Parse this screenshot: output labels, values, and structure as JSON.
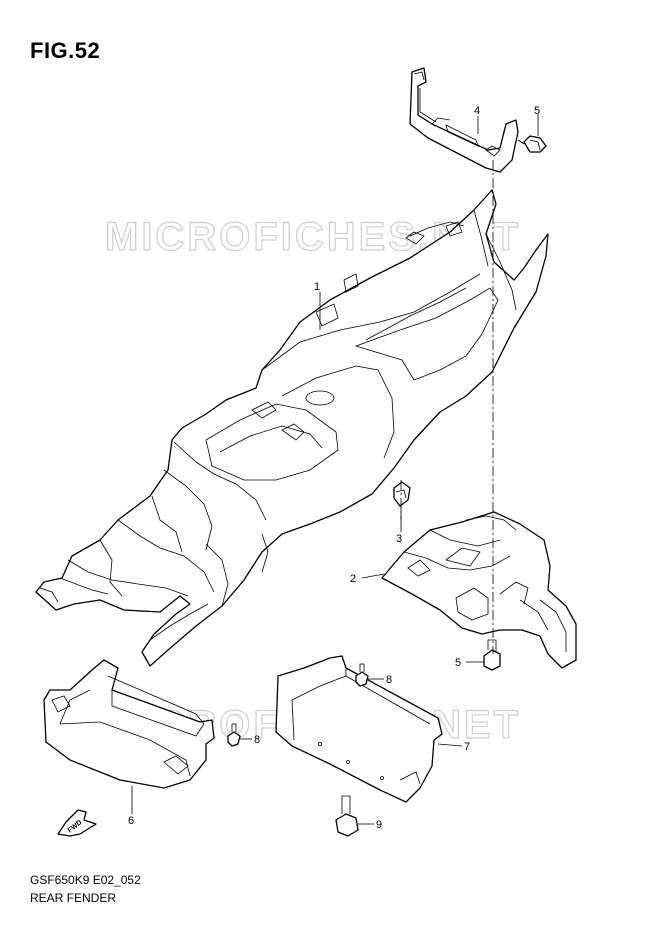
{
  "figure": {
    "title": "FIG.52",
    "code": "GSF650K9 E02_052",
    "description": "REAR FENDER"
  },
  "watermark": {
    "text": "MICROFICHES.NET",
    "color": "#d0d0d0"
  },
  "fwd_arrow": {
    "text": "FWD"
  },
  "callouts": [
    {
      "id": "1",
      "label": "1"
    },
    {
      "id": "2",
      "label": "2"
    },
    {
      "id": "3",
      "label": "3"
    },
    {
      "id": "4",
      "label": "4"
    },
    {
      "id": "5a",
      "label": "5"
    },
    {
      "id": "5b",
      "label": "5"
    },
    {
      "id": "6",
      "label": "6"
    },
    {
      "id": "7",
      "label": "7"
    },
    {
      "id": "8a",
      "label": "8"
    },
    {
      "id": "8b",
      "label": "8"
    },
    {
      "id": "9",
      "label": "9"
    }
  ]
}
